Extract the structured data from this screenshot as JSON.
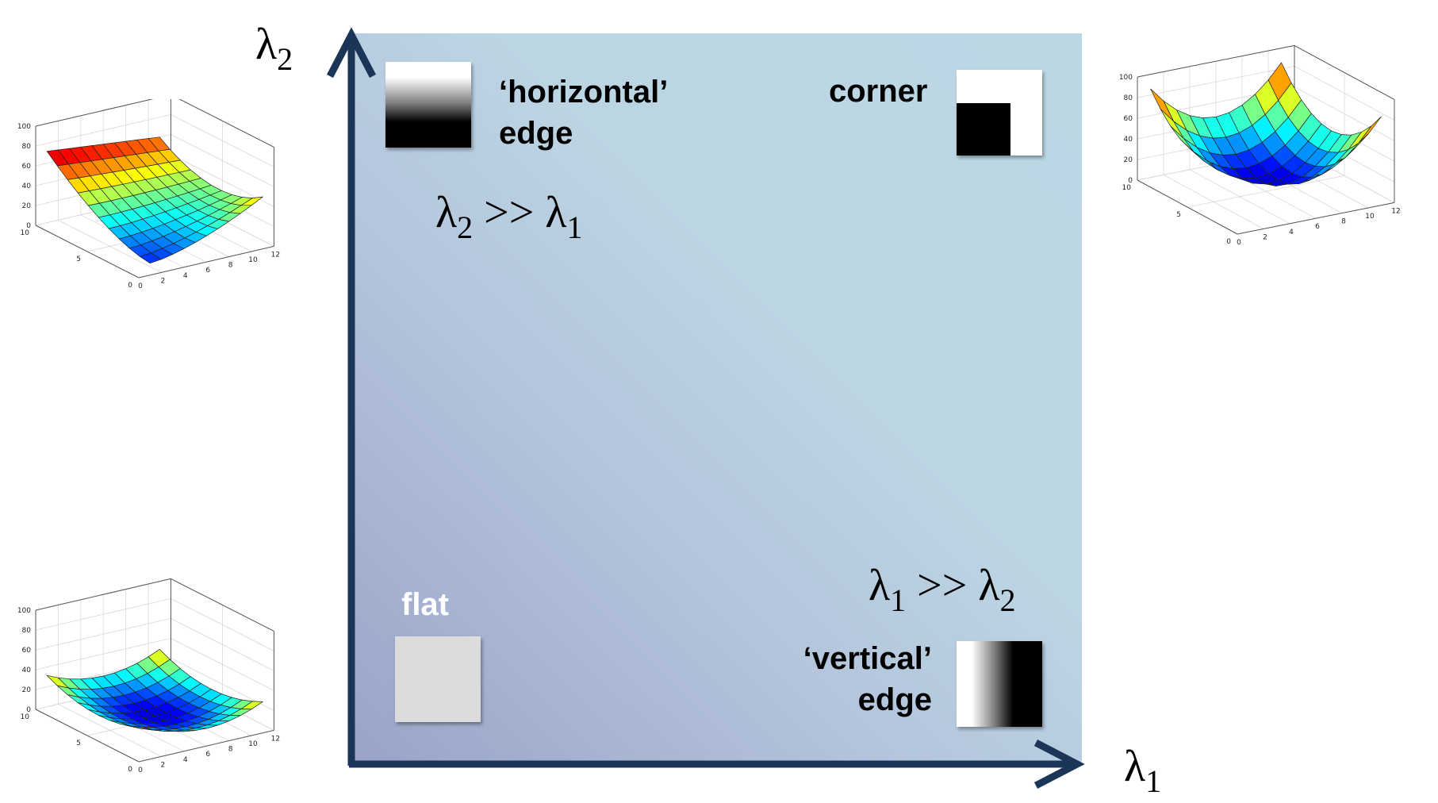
{
  "axes": {
    "x_label": "λ",
    "x_label_sub": "1",
    "y_label": "λ",
    "y_label_sub": "2"
  },
  "regions": {
    "horizontal_edge": {
      "line1": "‘horizontal’",
      "line2": "edge"
    },
    "corner": {
      "label": "corner"
    },
    "vertical_edge": {
      "line1": "‘vertical’",
      "line2": "edge"
    },
    "flat": {
      "label": "flat"
    }
  },
  "conditions": {
    "upper": {
      "a": "λ",
      "a_sub": "2",
      "op": " >> ",
      "b": "λ",
      "b_sub": "1"
    },
    "lower": {
      "a": "λ",
      "a_sub": "1",
      "op": " >> ",
      "b": "λ",
      "b_sub": "2"
    }
  },
  "surface_plots": {
    "horizontal_edge": {
      "z_ticks": [
        "100",
        "80",
        "60",
        "40",
        "20",
        "0"
      ],
      "y_ticks": [
        "10",
        "5",
        "0"
      ],
      "x_ticks": [
        "0",
        "2",
        "4",
        "6",
        "8",
        "10",
        "12"
      ]
    },
    "corner": {
      "z_ticks": [
        "100",
        "80",
        "60",
        "40",
        "20",
        "0"
      ],
      "y_ticks": [
        "10",
        "5",
        "0"
      ],
      "x_ticks": [
        "0",
        "2",
        "4",
        "6",
        "8",
        "10",
        "12"
      ]
    },
    "flat": {
      "z_ticks": [
        "100",
        "80",
        "60",
        "40",
        "20",
        "0"
      ],
      "y_ticks": [
        "10",
        "5",
        "0"
      ],
      "x_ticks": [
        "0",
        "2",
        "4",
        "6",
        "8",
        "10",
        "12"
      ]
    }
  },
  "colors": {
    "axis_arrow": "#1b3558",
    "flat_label": "#ffffff",
    "panel_light": "#bbd7e4",
    "panel_dark": "#9aa3c8"
  }
}
